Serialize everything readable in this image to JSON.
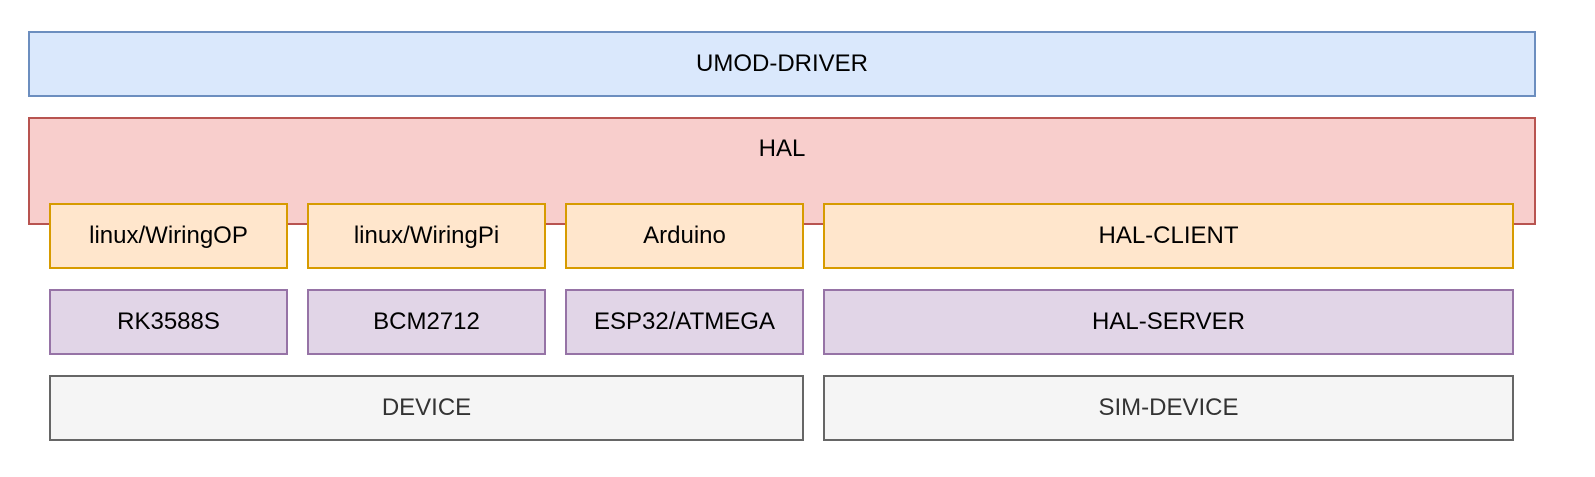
{
  "diagram": {
    "top": {
      "label": "UMOD-DRIVER"
    },
    "hal": {
      "label": "HAL"
    },
    "hal_impls": [
      {
        "label": "linux/WiringOP"
      },
      {
        "label": "linux/WiringPi"
      },
      {
        "label": "Arduino"
      },
      {
        "label": "HAL-CLIENT"
      }
    ],
    "platforms": [
      {
        "label": "RK3588S"
      },
      {
        "label": "BCM2712"
      },
      {
        "label": "ESP32/ATMEGA"
      },
      {
        "label": "HAL-SERVER"
      }
    ],
    "devices": [
      {
        "label": "DEVICE"
      },
      {
        "label": "SIM-DEVICE"
      }
    ],
    "colors": {
      "blue_fill": "#dae8fc",
      "blue_stroke": "#6c8ebf",
      "red_fill": "#f8cecc",
      "red_stroke": "#b85450",
      "orange_fill": "#ffe6cc",
      "orange_stroke": "#d79b00",
      "purple_fill": "#e1d5e7",
      "purple_stroke": "#9673a6",
      "gray_fill": "#f5f5f5",
      "gray_stroke": "#666666"
    }
  }
}
